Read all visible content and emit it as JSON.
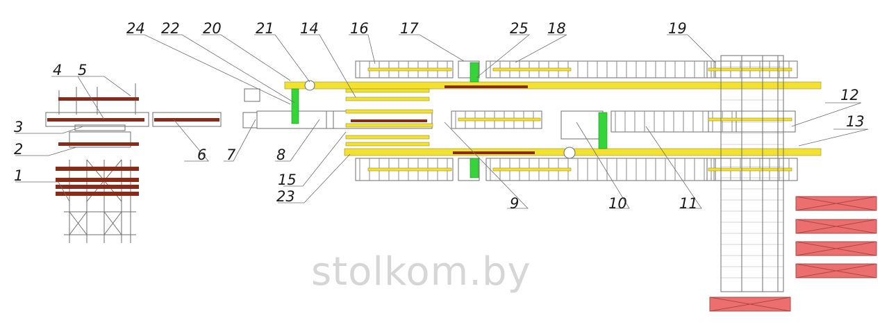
{
  "diagram": {
    "labels": {
      "n1": "1",
      "n2": "2",
      "n3": "3",
      "n4": "4",
      "n5": "5",
      "n6": "6",
      "n7": "7",
      "n8": "8",
      "n9": "9",
      "n10": "10",
      "n11": "11",
      "n12": "12",
      "n13": "13",
      "n14": "14",
      "n15": "15",
      "n16": "16",
      "n17": "17",
      "n18": "18",
      "n19": "19",
      "n20": "20",
      "n21": "21",
      "n22": "22",
      "n23": "23",
      "n24": "24",
      "n25": "25"
    },
    "watermark": "stolkom.by",
    "colors": {
      "line": "#6e6e6e",
      "yellow": "#f3e130",
      "green": "#35d438",
      "darkred": "#8a2b1a",
      "pink": "#ec6f6f",
      "callout": "#1a1a1a"
    }
  }
}
